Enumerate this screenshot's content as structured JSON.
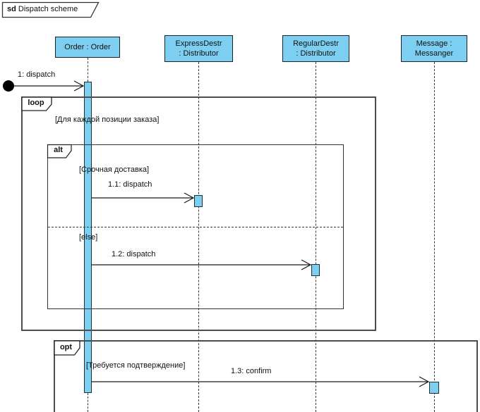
{
  "frame": {
    "keyword": "sd",
    "title": "Dispatch scheme"
  },
  "lifelines": [
    {
      "id": "order",
      "line1": "Order : Order",
      "line2": ""
    },
    {
      "id": "express",
      "line1": "ExpressDestr",
      "line2": ": Distributor"
    },
    {
      "id": "regular",
      "line1": "RegularDestr",
      "line2": ": Distributor"
    },
    {
      "id": "message",
      "line1": "Message :",
      "line2": "Messanger"
    }
  ],
  "fragments": {
    "loop": {
      "operator": "loop",
      "guard": "[Для каждой позиции заказа]"
    },
    "alt": {
      "operator": "alt",
      "guard1": "[Срочная доставка]",
      "guard2": "[else]"
    },
    "opt": {
      "operator": "opt",
      "guard": "[Требуется подтверждение]"
    }
  },
  "messages": {
    "m1": {
      "label": "1: dispatch"
    },
    "m11": {
      "label": "1.1: dispatch"
    },
    "m12": {
      "label": "1.2: dispatch"
    },
    "m13": {
      "label": "1.3: confirm"
    }
  },
  "colors": {
    "shape_fill": "#7dcff1",
    "shape_border": "#17242b",
    "fragment_border": "#4d4d4d",
    "line": "#1a1a1a"
  }
}
